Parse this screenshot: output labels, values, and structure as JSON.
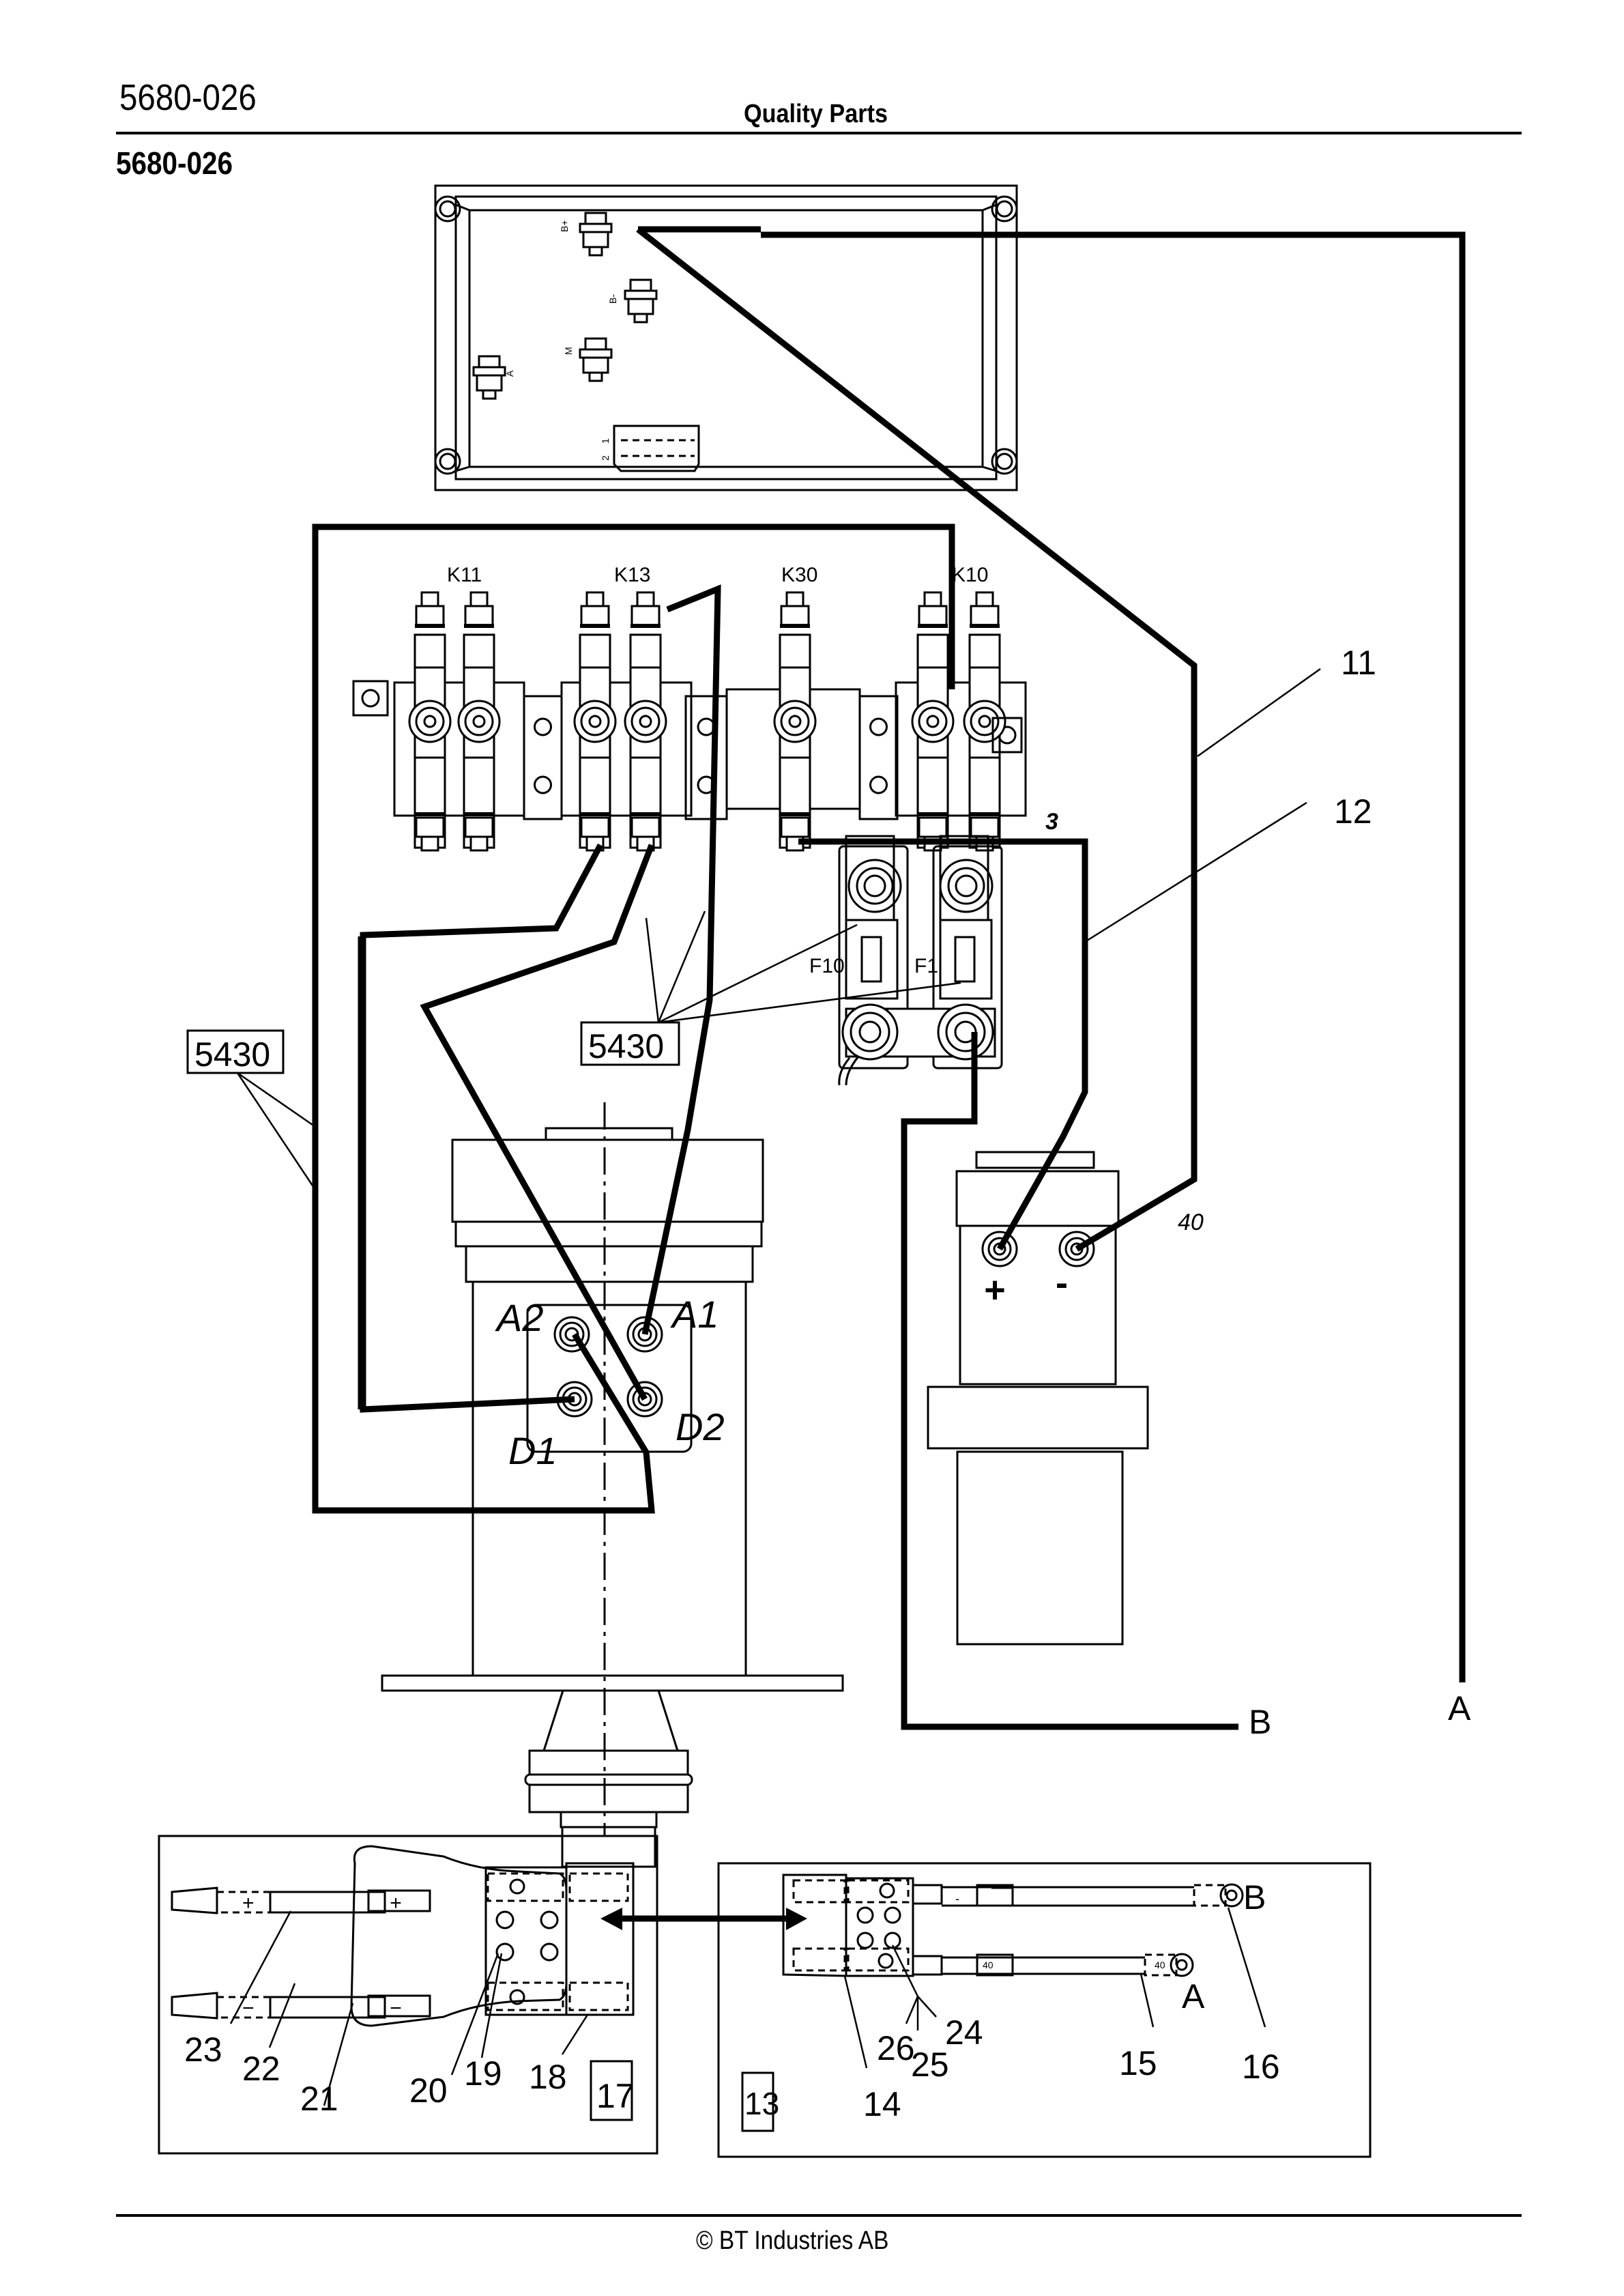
{
  "header": {
    "doc_code": "5680-026",
    "title": "Quality Parts",
    "section_code": "5680-026"
  },
  "footer": {
    "copyright": "© BT Industries AB"
  },
  "controller": {
    "terminals": [
      "B+",
      "B-",
      "M",
      "A"
    ],
    "connector_pins": [
      "1",
      "2"
    ]
  },
  "contactors": {
    "labels": [
      "K11",
      "K13",
      "K30",
      "K10"
    ]
  },
  "fuses": {
    "labels": [
      "F10",
      "F1"
    ]
  },
  "motor_terminals": {
    "labels": [
      "A2",
      "A1",
      "D1",
      "D2"
    ]
  },
  "pump_terminals": {
    "plus": "+",
    "minus": "-",
    "wire_number": "40"
  },
  "wire_numbers": {
    "w3": "3"
  },
  "callouts": {
    "item_11": "11",
    "item_12": "12",
    "ref_5430_left": "5430",
    "ref_5430_middle": "5430",
    "end_b": "B",
    "end_a": "A"
  },
  "connector_left": {
    "box_label": "17",
    "items": [
      "23",
      "22",
      "21",
      "20",
      "19",
      "18"
    ],
    "polarity": [
      "+",
      "−"
    ]
  },
  "connector_right": {
    "box_label": "13",
    "items": [
      "14",
      "26",
      "25",
      "24",
      "15",
      "16"
    ],
    "end_b": "B",
    "end_a": "A",
    "lug_labels": [
      "-",
      "40"
    ]
  }
}
